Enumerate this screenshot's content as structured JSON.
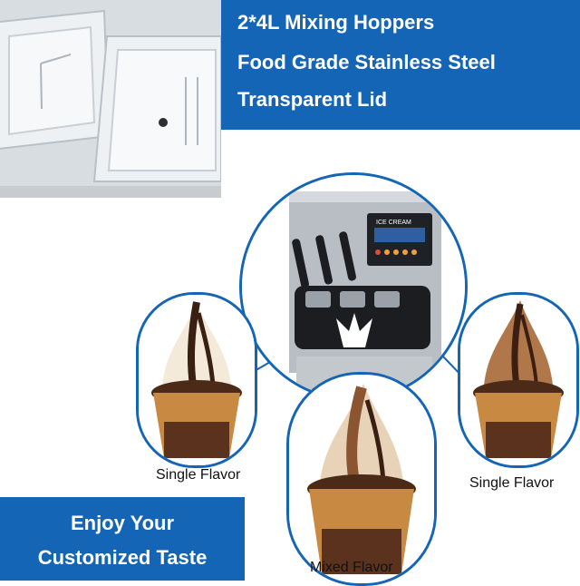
{
  "features": {
    "line1": "2*4L Mixing Hoppers",
    "line2": "Food Grade Stainless Steel",
    "line3": "Transparent Lid"
  },
  "machine": {
    "panel_label": "ICE CREAM"
  },
  "flavors": {
    "left_caption": "Single Flavor",
    "right_caption": "Single Flavor",
    "bottom_caption": "Mixed Flavor"
  },
  "promo": {
    "line1": "Enjoy Your",
    "line2": "Customized Taste"
  },
  "colors": {
    "accent_blue": "#1565b6",
    "text_on_blue": "#ffffff"
  }
}
